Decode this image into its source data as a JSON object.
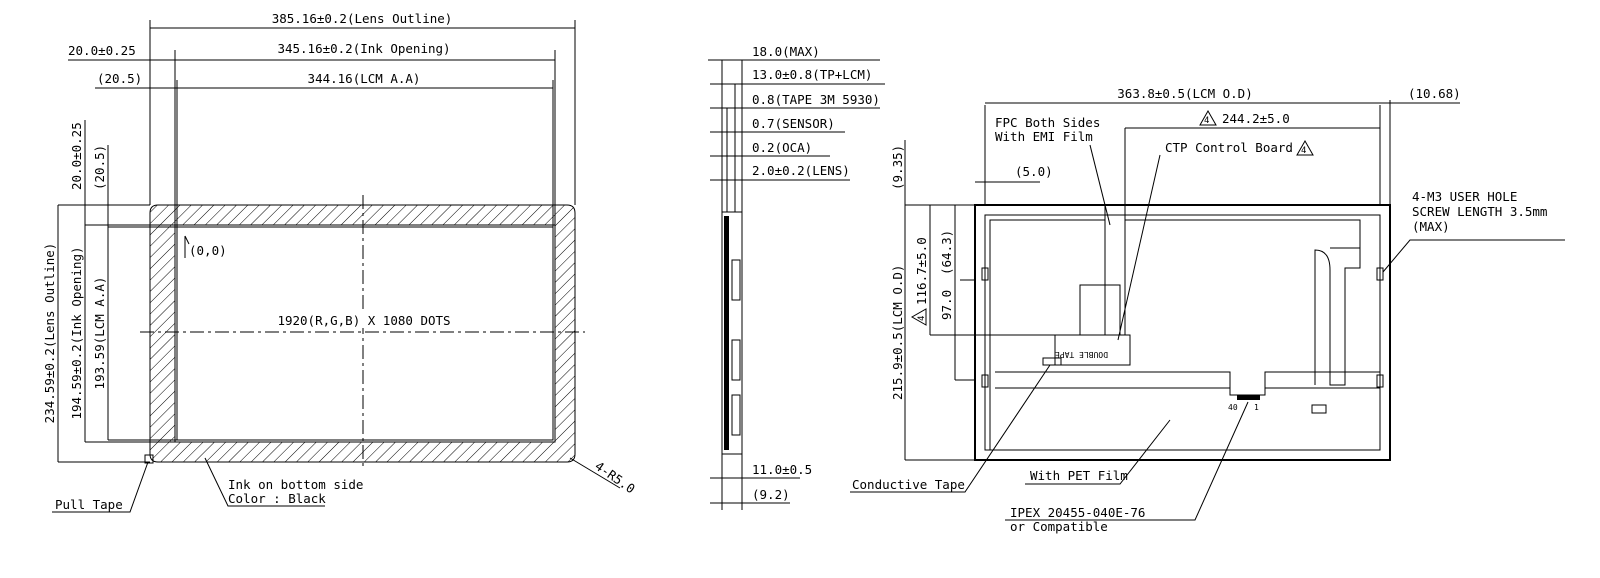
{
  "front_view": {
    "lens_outline_width": "385.16±0.2(Lens Outline)",
    "ink_opening_width": "345.16±0.2(Ink Opening)",
    "lcm_aa_width": "344.16(LCM A.A)",
    "left_margin": "20.0±0.25",
    "left_margin_ref": "(20.5)",
    "top_margin": "20.0±0.25",
    "top_margin_ref": "(20.5)",
    "lens_outline_height": "234.59±0.2(Lens Outline)",
    "ink_opening_height": "194.59±0.2(Ink Opening)",
    "lcm_aa_height": "193.59(LCM A.A)",
    "origin": "(0,0)",
    "resolution": "1920(R,G,B) X 1080 DOTS",
    "corner_radius": "4-R5.0",
    "pull_tape": "Pull Tape",
    "ink_note_1": "Ink on bottom side",
    "ink_note_2": "Color : Black"
  },
  "side_view": {
    "total": "18.0(MAX)",
    "tp_lcm": "13.0±0.8(TP+LCM)",
    "tape": "0.8(TAPE 3M 5930)",
    "sensor": "0.7(SENSOR)",
    "oca": "0.2(OCA)",
    "lens": "2.0±0.2(LENS)",
    "bottom": "11.0±0.5",
    "bottom_ref": "(9.2)"
  },
  "rear_view": {
    "lcm_od_width": "363.8±0.5(LCM O.D)",
    "right_offset": "(10.68)",
    "fpc_note_1": "FPC Both Sides",
    "fpc_note_2": "With EMI Film",
    "rev_mark": "4",
    "fpc_length": "244.2±5.0",
    "ctp_board": "CTP Control Board",
    "fpc_offset": "(5.0)",
    "top_offset": "(9.35)",
    "screw_note_1": "4-M3 USER HOLE",
    "screw_note_2": "SCREW LENGTH 3.5mm",
    "screw_note_3": "(MAX)",
    "dim_64": "(64.3)",
    "dim_116": "116.7±5.0",
    "dim_97": "97.0",
    "lcm_od_height": "215.9±0.5(LCM O.D)",
    "double_tape": "DOUBLE TAPE",
    "pin_40": "40",
    "pin_1": "1",
    "pet_film": "With PET Film",
    "conductive_tape": "Conductive Tape",
    "connector_1": "IPEX 20455-040E-76",
    "connector_2": "or Compatible"
  }
}
